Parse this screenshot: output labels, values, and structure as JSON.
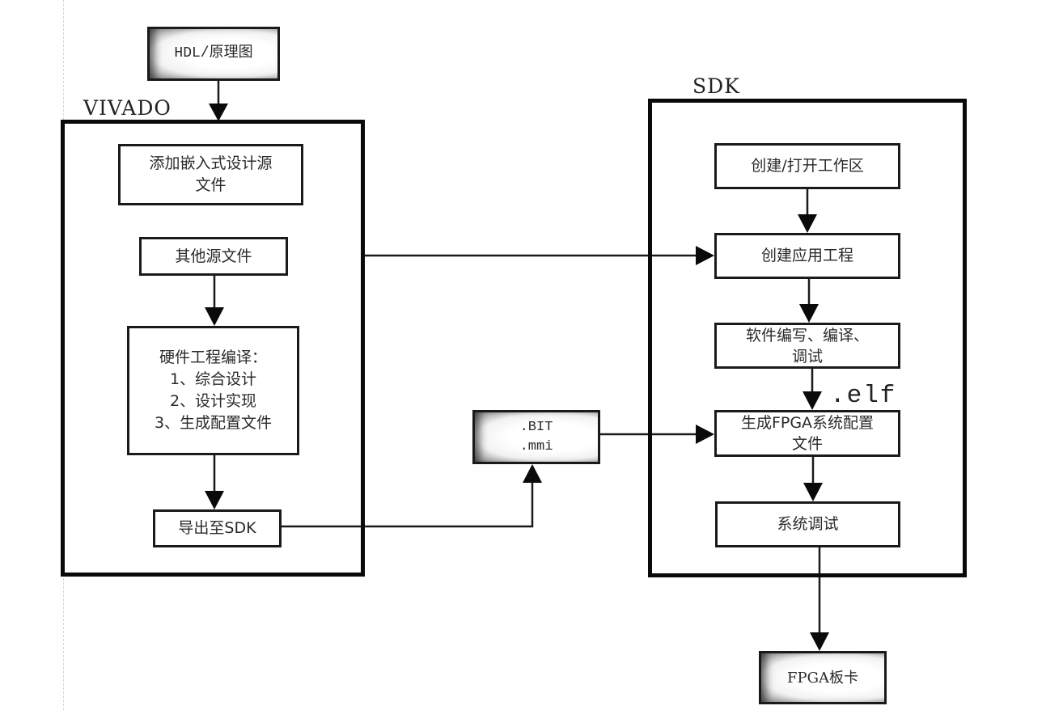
{
  "diagram": {
    "inputs": {
      "hdl": "HDL/原理图"
    },
    "vivado": {
      "title": "VIVADO",
      "steps": {
        "add_embedded_sources": "添加嵌入式设计源\n文件",
        "other_sources": "其他源文件",
        "hardware_compile": "硬件工程编译：\n1、综合设计\n2、设计实现\n3、生成配置文件",
        "export_sdk": "导出至SDK"
      }
    },
    "artifacts": {
      "bit_mmi": ".BIT\n.mmi",
      "elf": ".elf"
    },
    "sdk": {
      "title": "SDK",
      "steps": {
        "workspace": "创建/打开工作区",
        "create_app": "创建应用工程",
        "software_dev": "软件编写、编译、\n调试",
        "gen_config": "生成FPGA系统配置\n文件",
        "system_debug": "系统调试"
      }
    },
    "outputs": {
      "fpga_board": "FPGA板卡"
    },
    "edges": [
      {
        "from": "hdl",
        "to": "vivado"
      },
      {
        "from": "other_sources",
        "to": "hardware_compile"
      },
      {
        "from": "hardware_compile",
        "to": "export_sdk"
      },
      {
        "from": "export_sdk",
        "to": "bit_mmi"
      },
      {
        "from": "vivado",
        "to": "create_app"
      },
      {
        "from": "bit_mmi",
        "to": "gen_config"
      },
      {
        "from": "workspace",
        "to": "create_app"
      },
      {
        "from": "create_app",
        "to": "software_dev"
      },
      {
        "from": "software_dev",
        "to": "gen_config",
        "label": ".elf"
      },
      {
        "from": "gen_config",
        "to": "system_debug"
      },
      {
        "from": "system_debug",
        "to": "fpga_board"
      }
    ]
  }
}
